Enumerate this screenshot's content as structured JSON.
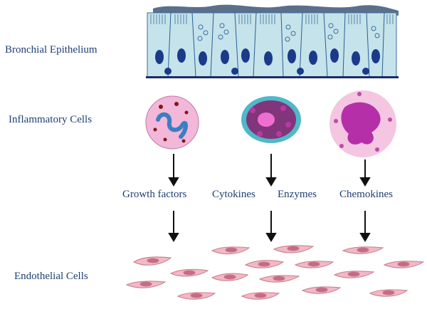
{
  "labels": {
    "epithelium": "Bronchial Epithelium",
    "inflammatory": "Inflammatory Cells",
    "endothelial": "Endothelial Cells"
  },
  "mediators": {
    "growth_factors": "Growth factors",
    "cytokines": "Cytokines",
    "enzymes": "Enzymes",
    "chemokines": "Chemokines"
  },
  "colors": {
    "label_text": "#1f3f73",
    "epithelium_fill": "#c5e3ea",
    "nucleus": "#1a3a8a",
    "mucus": "#5b6f8a",
    "neutrophil": "#f2b7d9",
    "eosinophil_granule": "#8a1d6d",
    "basophil_core": "#b52fa8",
    "endothelial": "#f3b8c5",
    "arrow": "#111111"
  }
}
